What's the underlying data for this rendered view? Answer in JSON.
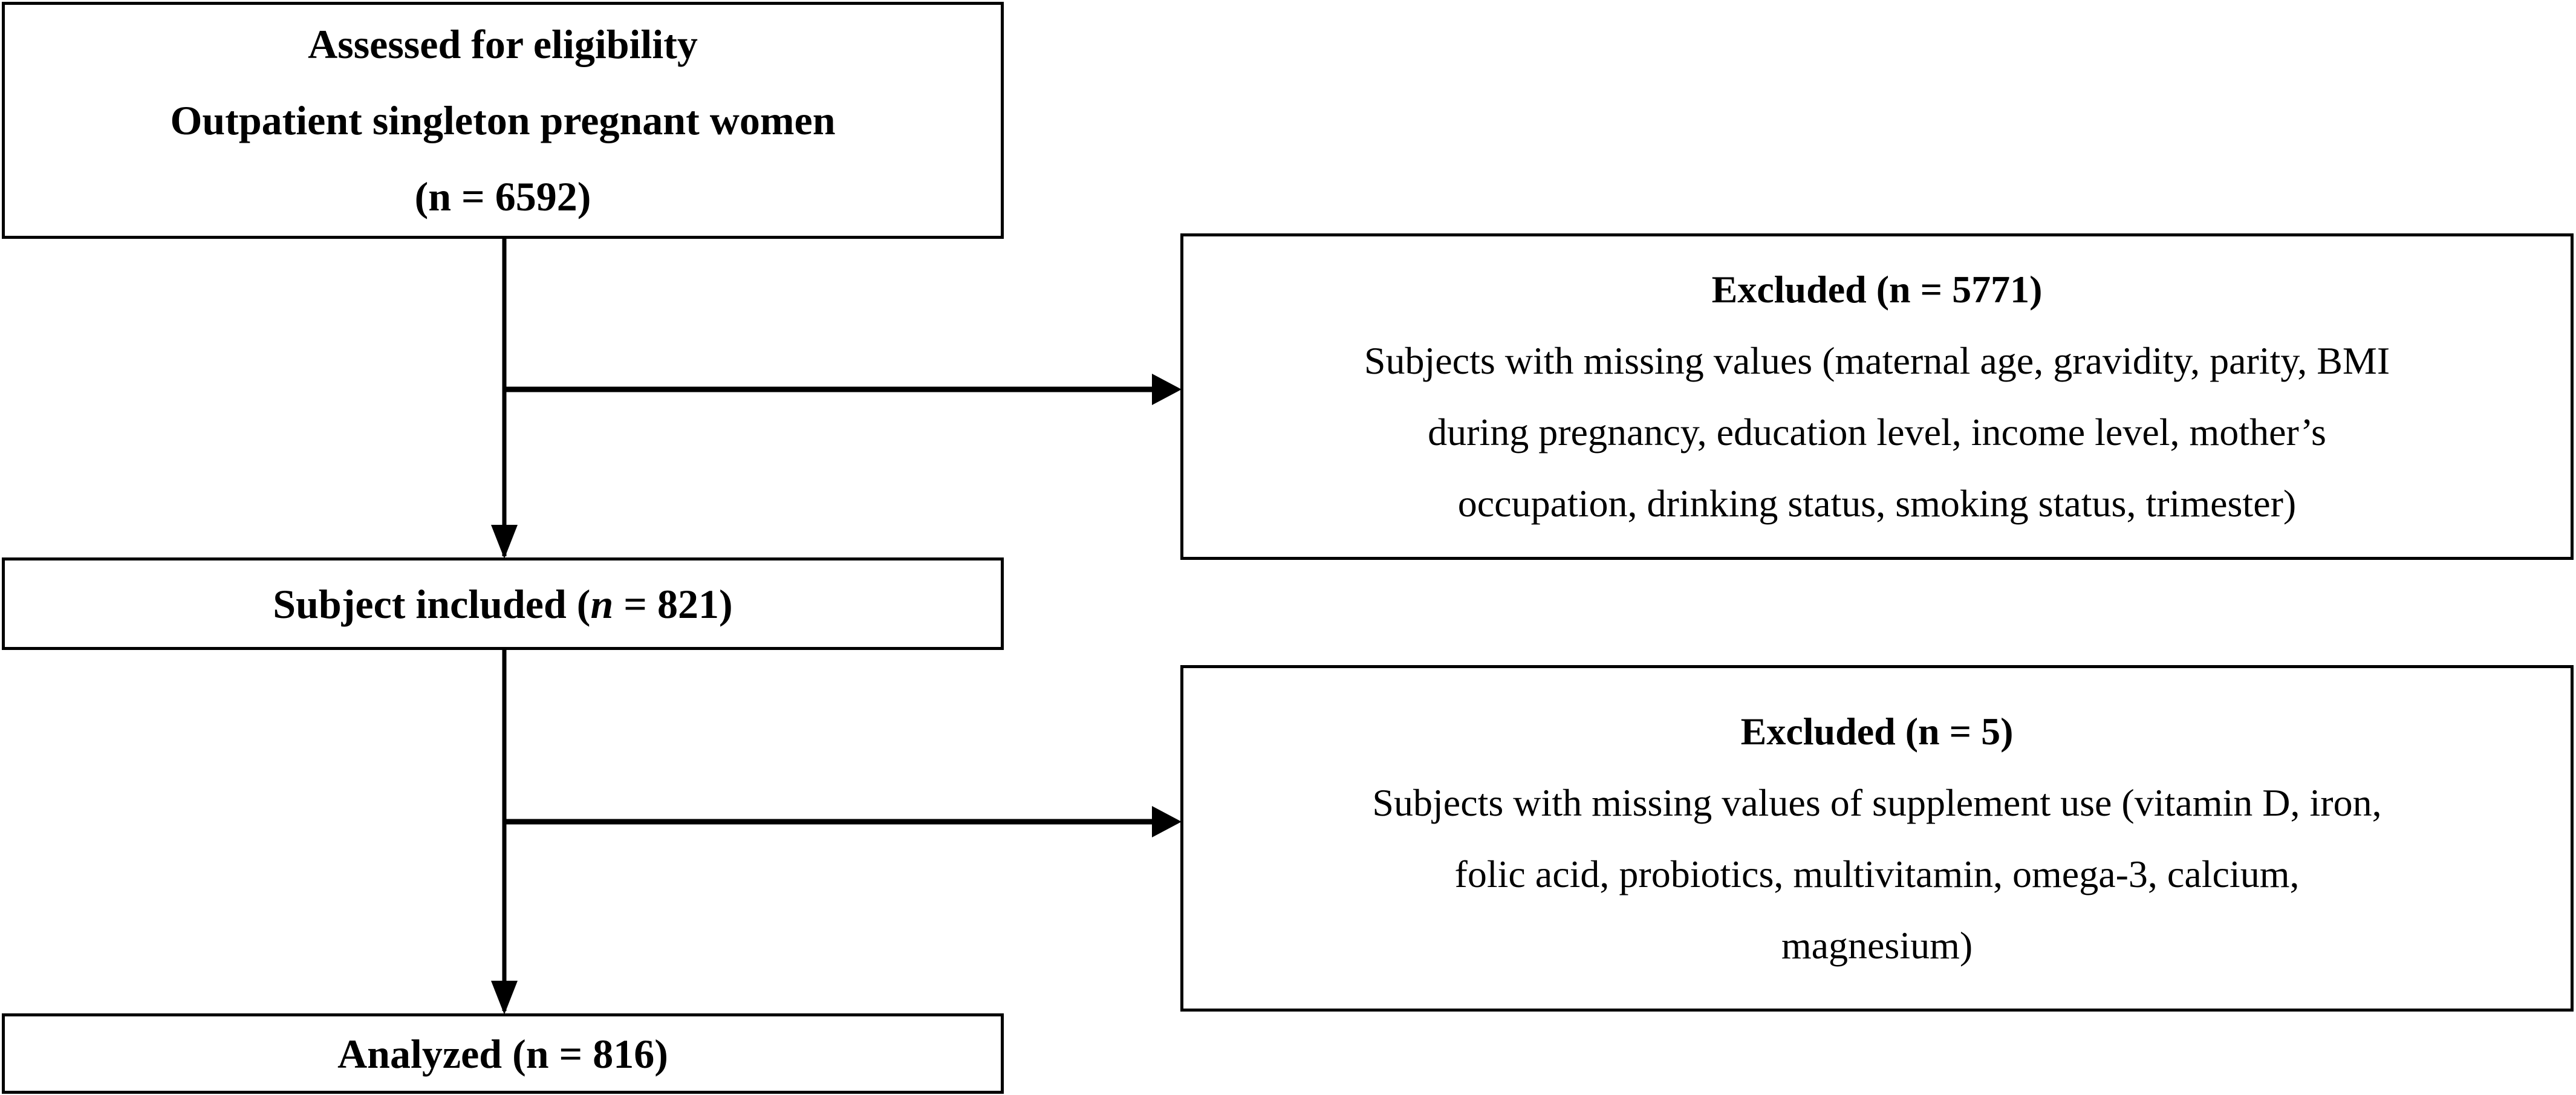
{
  "boxes": {
    "assessed": {
      "lines": [
        "Assessed for eligibility",
        "Outpatient singleton pregnant women",
        "(n = 6592)"
      ]
    },
    "excluded1": {
      "title": "Excluded (n = 5771)",
      "lines": [
        "Subjects with missing values (maternal age, gravidity, parity, BMI",
        "during pregnancy, education level, income level, mother’s",
        "occupation, drinking status, smoking status, trimester)"
      ]
    },
    "included": {
      "prefix": "Subject included (",
      "italic": "n",
      "suffix": " = 821)"
    },
    "excluded2": {
      "title": "Excluded (n = 5)",
      "lines": [
        "Subjects with missing values of supplement use (vitamin D, iron,",
        "folic acid, probiotics, multivitamin, omega-3, calcium,",
        "magnesium)"
      ]
    },
    "analyzed": {
      "label": "Analyzed (n = 816)"
    }
  }
}
